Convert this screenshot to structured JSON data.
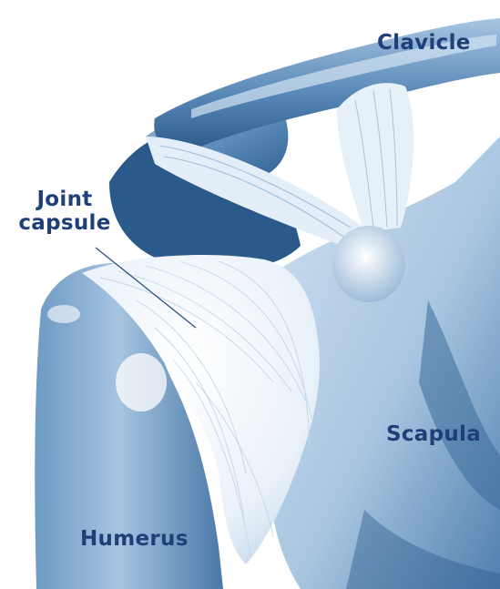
{
  "labels": {
    "clavicle": "Clavicle",
    "joint_capsule_line1": "Joint",
    "joint_capsule_line2": "capsule",
    "scapula": "Scapula",
    "humerus": "Humerus"
  },
  "colors": {
    "background": "#ffffff",
    "bone_dark": "#2d5f8f",
    "bone_mid": "#5f8fbd",
    "bone_light": "#b9d2e8",
    "capsule": "#eef4fa",
    "label": "#1f3f79",
    "leader_line": "#2b4f7f"
  }
}
